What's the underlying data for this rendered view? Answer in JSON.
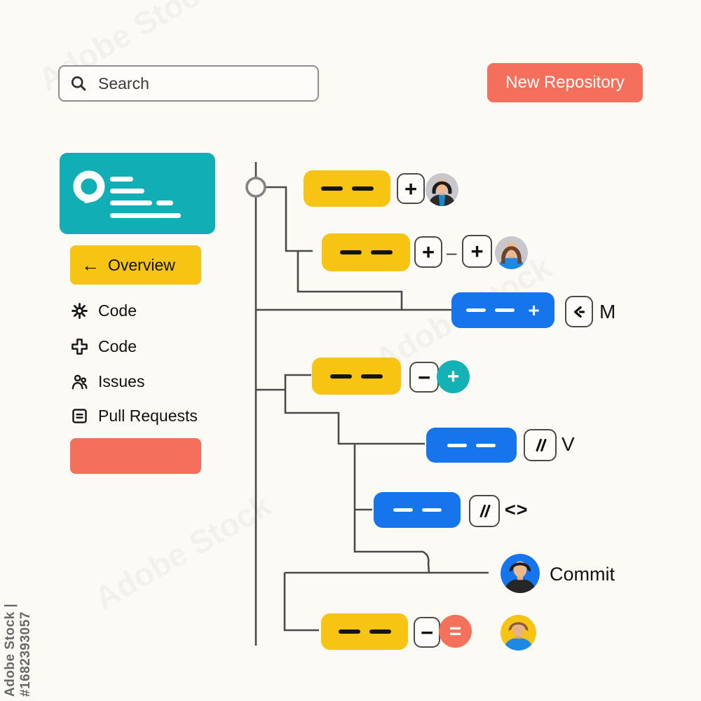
{
  "watermark": "Adobe Stock | #1682393057",
  "topbar": {
    "search_placeholder": "Search",
    "new_repository": "New Repository"
  },
  "sidebar": {
    "overview_arrow": "←",
    "overview": "Overview",
    "items": [
      {
        "icon": "gear-icon",
        "label": "Code"
      },
      {
        "icon": "plus-cross-icon",
        "label": "Code"
      },
      {
        "icon": "people-icon",
        "label": "Issues"
      },
      {
        "icon": "list-icon",
        "label": "Pull Requests"
      }
    ]
  },
  "glyphs": {
    "plus": "+",
    "minus": "−",
    "equals": "=",
    "dash": "–",
    "angle_brackets": "<>"
  },
  "graph_labels": {
    "merge": "M",
    "version": "V",
    "commit": "Commit"
  },
  "colors": {
    "yellow": "#F7C413",
    "blue": "#1674EC",
    "teal": "#12AEB5",
    "coral": "#F4705C",
    "line": "#4a4a4a",
    "background": "#FBFAF5"
  }
}
